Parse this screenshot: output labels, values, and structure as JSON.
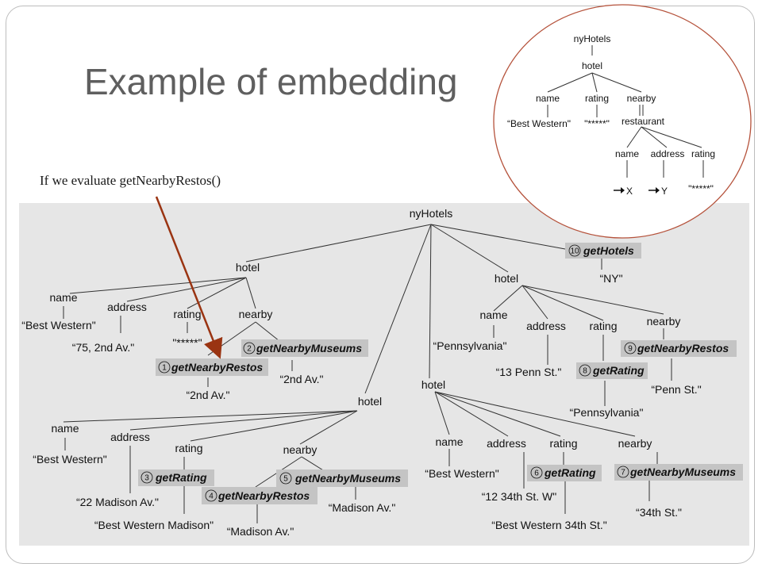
{
  "slide": {
    "title": "Example of embedding",
    "caption": "If we evaluate getNearbyRestos()"
  },
  "colors": {
    "arrow": "#9a3412",
    "inset_circle": "#b5523b",
    "panel": "#e6e6e6",
    "function_box": "#c4c4c4",
    "title": "#5f5f5f"
  },
  "inset": {
    "root": "nyHotels",
    "hotel": "hotel",
    "name": "name",
    "rating": "rating",
    "nearby": "nearby",
    "name_value": "“Best Western\"",
    "rating_value": "\"*****\"",
    "restaurant": "restaurant",
    "r_name": "name",
    "r_address": "address",
    "r_rating": "rating",
    "r_name_value": "X",
    "r_address_value": "Y",
    "r_rating_value": "\"*****\""
  },
  "tree": {
    "root": "nyHotels",
    "h1": {
      "label": "hotel",
      "name": "name",
      "name_value": "“Best Western\"",
      "address": "address",
      "address_value": "“75, 2nd Av.\"",
      "rating": "rating",
      "rating_value": "\"*****\"",
      "nearby": "nearby",
      "f1": {
        "num": "1",
        "name": "getNearbyRestos",
        "arg": "“2nd Av.\""
      },
      "f2": {
        "num": "2",
        "name": "getNearbyMuseums",
        "arg": "“2nd Av.\""
      }
    },
    "f10": {
      "num": "10",
      "name": "getHotels",
      "arg": "“NY\""
    },
    "h2": {
      "label": "hotel",
      "name": "name",
      "name_value": "“Pennsylvania\"",
      "address": "address",
      "address_value": "“13 Penn St.\"",
      "rating": "rating",
      "nearby": "nearby",
      "f8": {
        "num": "8",
        "name": "getRating",
        "arg": "“Pennsylvania\""
      },
      "f9": {
        "num": "9",
        "name": "getNearbyRestos",
        "arg": "“Penn St.\""
      }
    },
    "h3": {
      "label": "hotel",
      "name": "name",
      "name_value": "“Best Western\"",
      "address": "address",
      "address_value": "“22 Madison Av.\"",
      "rating": "rating",
      "nearby": "nearby",
      "f3": {
        "num": "3",
        "name": "getRating",
        "arg": "“Best Western Madison\""
      },
      "f4": {
        "num": "4",
        "name": "getNearbyRestos",
        "arg": "“Madison Av.\""
      },
      "f5": {
        "num": "5",
        "name": "getNearbyMuseums",
        "arg": "“Madison Av.\""
      }
    },
    "h4": {
      "label": "hotel",
      "name": "name",
      "name_value": "“Best Western\"",
      "address": "address",
      "address_value": "“12 34th St. W\"",
      "rating": "rating",
      "nearby": "nearby",
      "f6": {
        "num": "6",
        "name": "getRating",
        "arg": "“Best Western 34th St.\""
      },
      "f7": {
        "num": "7",
        "name": "getNearbyMuseums",
        "arg": "“34th St.\""
      }
    }
  }
}
